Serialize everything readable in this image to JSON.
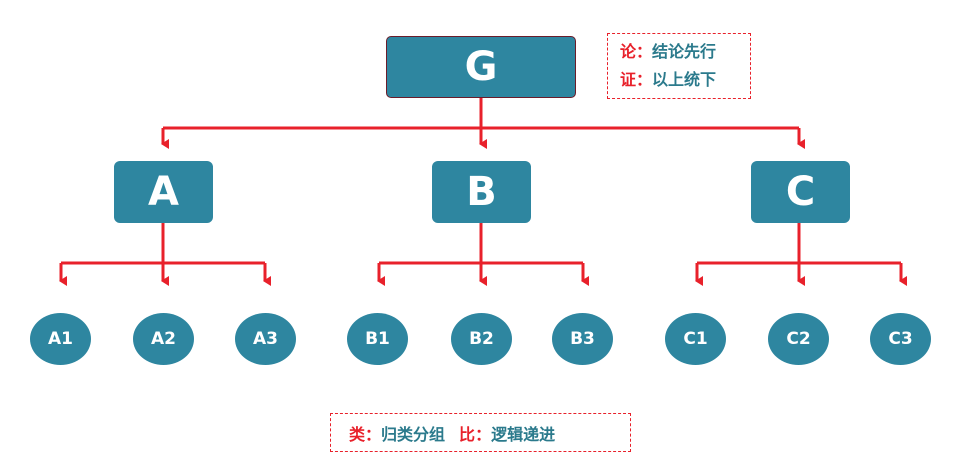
{
  "root": {
    "label": "G"
  },
  "groups": [
    {
      "label": "A",
      "children": [
        "A1",
        "A2",
        "A3"
      ]
    },
    {
      "label": "B",
      "children": [
        "B1",
        "B2",
        "B3"
      ]
    },
    {
      "label": "C",
      "children": [
        "C1",
        "C2",
        "C3"
      ]
    }
  ],
  "note_top": {
    "line1_key": "论",
    "line1_sep": "：",
    "line1_text": "结论先行",
    "line2_key": "证",
    "line2_sep": "：",
    "line2_text": "以上统下"
  },
  "note_bottom": {
    "part1_key": "类",
    "part1_sep": "：",
    "part1_text": "归类分组",
    "part2_key": "比",
    "part2_sep": "：",
    "part2_text": "逻辑递进"
  },
  "colors": {
    "node_fill": "#2e86a0",
    "connector": "#e8212b",
    "note_text": "#2b7a8c",
    "root_border": "#6b1c2a"
  }
}
